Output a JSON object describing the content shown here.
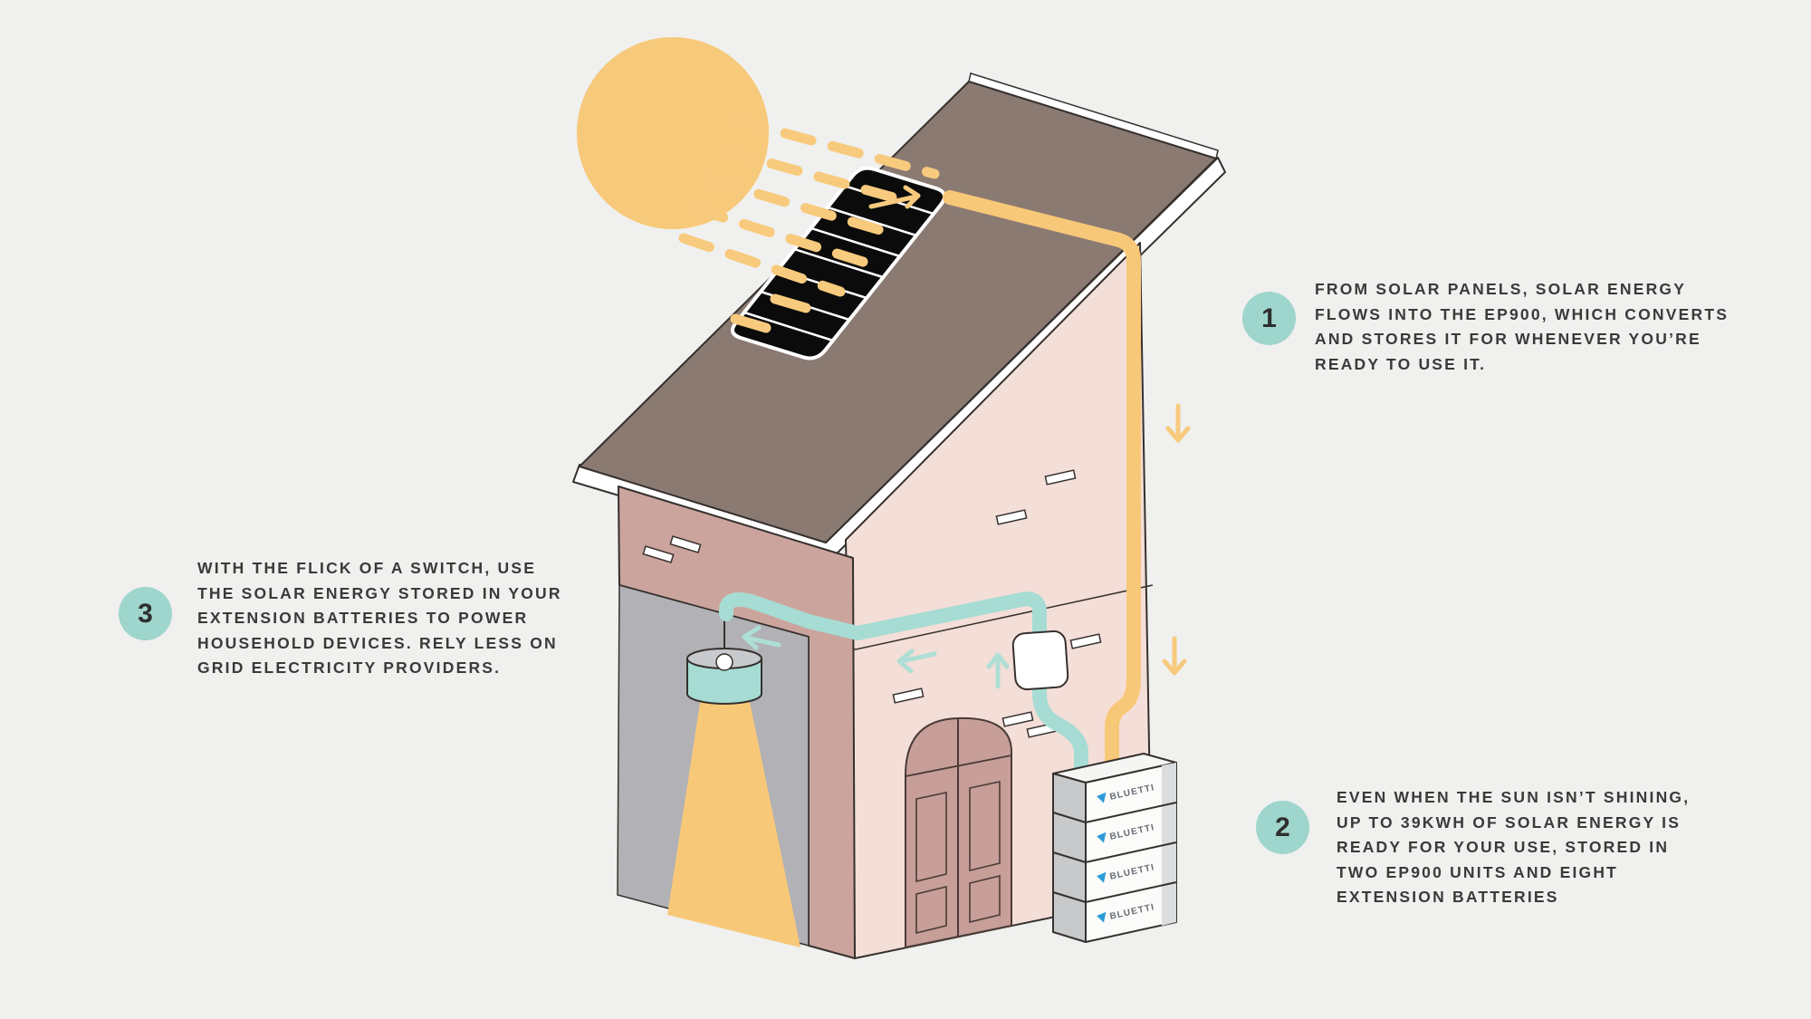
{
  "palette": {
    "bg": "#F0F0EF",
    "sun": "#F7C97A",
    "ray": "#F8CA7D",
    "roof": "#8A7A72",
    "fascia": "#FFFFFF",
    "panel": "#0B0B0B",
    "wall_pink": "#F4DED8",
    "wall_mauve": "#CBA49E",
    "door": "#C79E98",
    "interior": "#B2B1B5",
    "beam": "#F8C879",
    "teal": "#A6DCD3",
    "teal_arrow": "#AEDFD6",
    "badge": "#9ED5CC",
    "text": "#3B3A39",
    "outline": "#35302D",
    "battery_white": "#FBFBFA",
    "battery_gray": "#C8C9CB",
    "battery_strip": "#DCDDDE",
    "logo_blue": "#2B9CD8",
    "logo_text": "#666B72"
  },
  "icons": {
    "sun-icon": "circle",
    "solar-ray-icon": "dashed-line",
    "panel-flow-arrow-icon": "→",
    "down-arrow-icon": "↓",
    "left-arrow-icon": "←",
    "up-arrow-icon": "↑",
    "lamp-icon": "pendant-lamp",
    "brand-triangle-icon": "▽"
  },
  "battery": {
    "brand": "BLUETTI",
    "unit_count": 4
  },
  "callouts": [
    {
      "number": "1",
      "text": "FROM SOLAR PANELS, SOLAR ENERGY\nFLOWS INTO THE EP900, WHICH CONVERTS\nAND STORES IT FOR WHENEVER YOU’RE\nREADY TO USE IT."
    },
    {
      "number": "2",
      "text": "EVEN WHEN THE SUN ISN’T SHINING,\nUP TO 39KWH OF SOLAR ENERGY IS\nREADY FOR YOUR USE, STORED IN\nTWO EP900 UNITS AND EIGHT\nEXTENSION BATTERIES"
    },
    {
      "number": "3",
      "text": "WITH THE FLICK OF A SWITCH, USE\nTHE SOLAR ENERGY STORED IN YOUR\nEXTENSION BATTERIES TO POWER\nHOUSEHOLD DEVICES. RELY LESS ON\nGRID ELECTRICITY PROVIDERS."
    }
  ]
}
